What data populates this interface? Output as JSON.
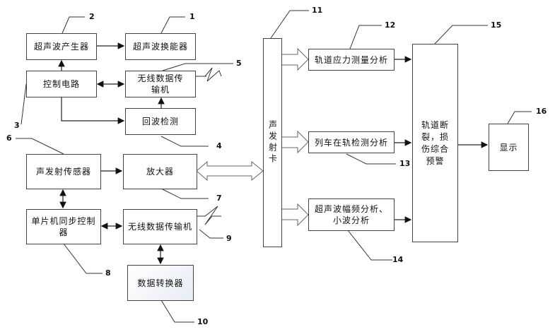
{
  "blocks": {
    "ultrasonic_generator": "超声波产生器",
    "ultrasonic_transducer": "超声波换能器",
    "control_circuit": "控制电路",
    "wireless_tx_1": "无线数据传输机",
    "echo_detection": "回波检测",
    "ae_sensor": "声发射传感器",
    "amplifier": "放大器",
    "mcu_sync_controller": "单片机同步控制器",
    "wireless_tx_2": "无线数据传输机",
    "data_converter": "数据转换器",
    "ae_card": "声发射卡",
    "rail_stress_analysis": "轨道应力测量分析",
    "train_on_rail_analysis": "列车在轨检测分析",
    "ultrasonic_analysis": "超声波幅频分析、小波分析",
    "rail_warning": "轨道断裂，损伤综合预警",
    "display": "显示"
  },
  "labels": [
    "1",
    "2",
    "3",
    "4",
    "5",
    "6",
    "7",
    "8",
    "9",
    "10",
    "11",
    "12",
    "13",
    "14",
    "15",
    "16"
  ]
}
